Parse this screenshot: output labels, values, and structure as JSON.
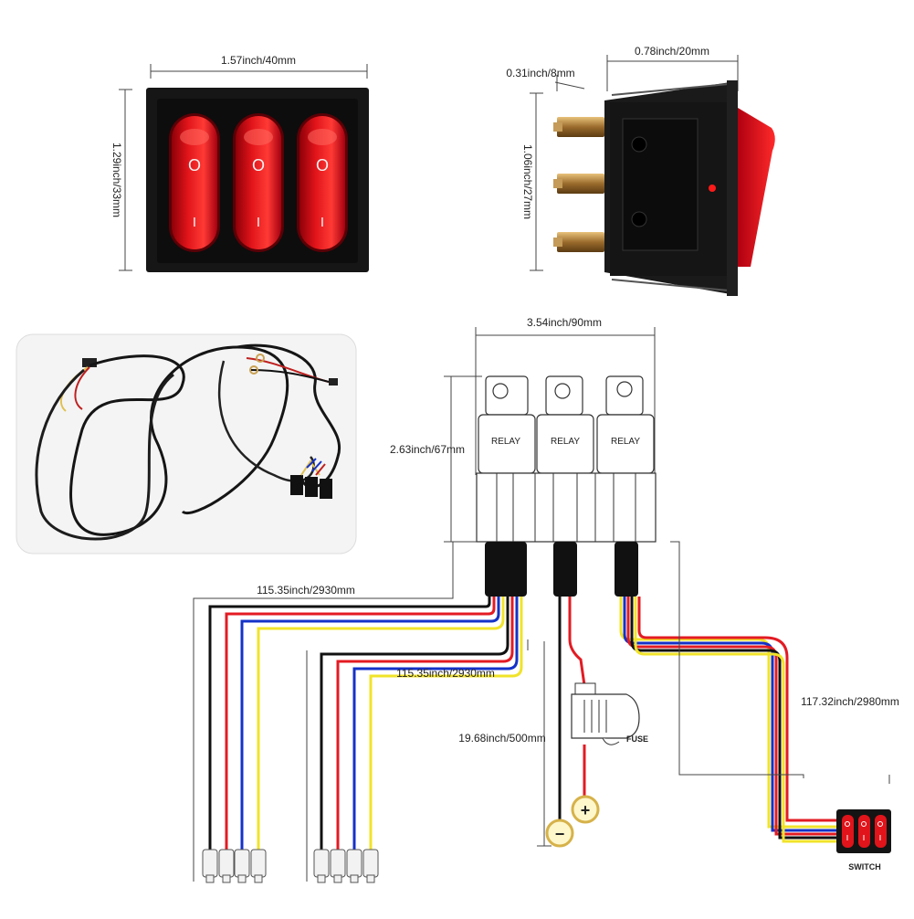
{
  "colors": {
    "switch_red": "#e0141a",
    "switch_dark_red": "#8e0008",
    "housing": "#161616",
    "wire_black": "#111111",
    "wire_red": "#e31b23",
    "wire_blue": "#1432c8",
    "wire_yellow": "#f1e32a",
    "terminal": "#d8d8d8",
    "photo_panel": "#f4f4f4"
  },
  "front_view": {
    "width_label": "1.57inch/40mm",
    "height_label": "1.29inch/33mm",
    "rockers": [
      {
        "on_symbol": "O",
        "off_symbol": "I"
      },
      {
        "on_symbol": "O",
        "off_symbol": "I"
      },
      {
        "on_symbol": "O",
        "off_symbol": "I"
      }
    ]
  },
  "side_view": {
    "depth_label": "0.78inch/20mm",
    "terminal_label": "0.31inch/8mm",
    "height_label": "1.06inch/27mm"
  },
  "harness": {
    "relay_block_width_label": "3.54inch/90mm",
    "relay_block_height_label": "2.63inch/67mm",
    "relays": [
      {
        "label": "RELAY"
      },
      {
        "label": "RELAY"
      },
      {
        "label": "RELAY"
      }
    ],
    "wire_length_1": "115.35inch/2930mm",
    "wire_length_2": "115.35inch/2930mm",
    "power_lead_length": "19.68inch/500mm",
    "switch_lead_length": "117.32inch/2980mm",
    "fuse_label": "FUSE",
    "negative_symbol": "−",
    "positive_symbol": "+",
    "switch_label": "SWITCH"
  }
}
